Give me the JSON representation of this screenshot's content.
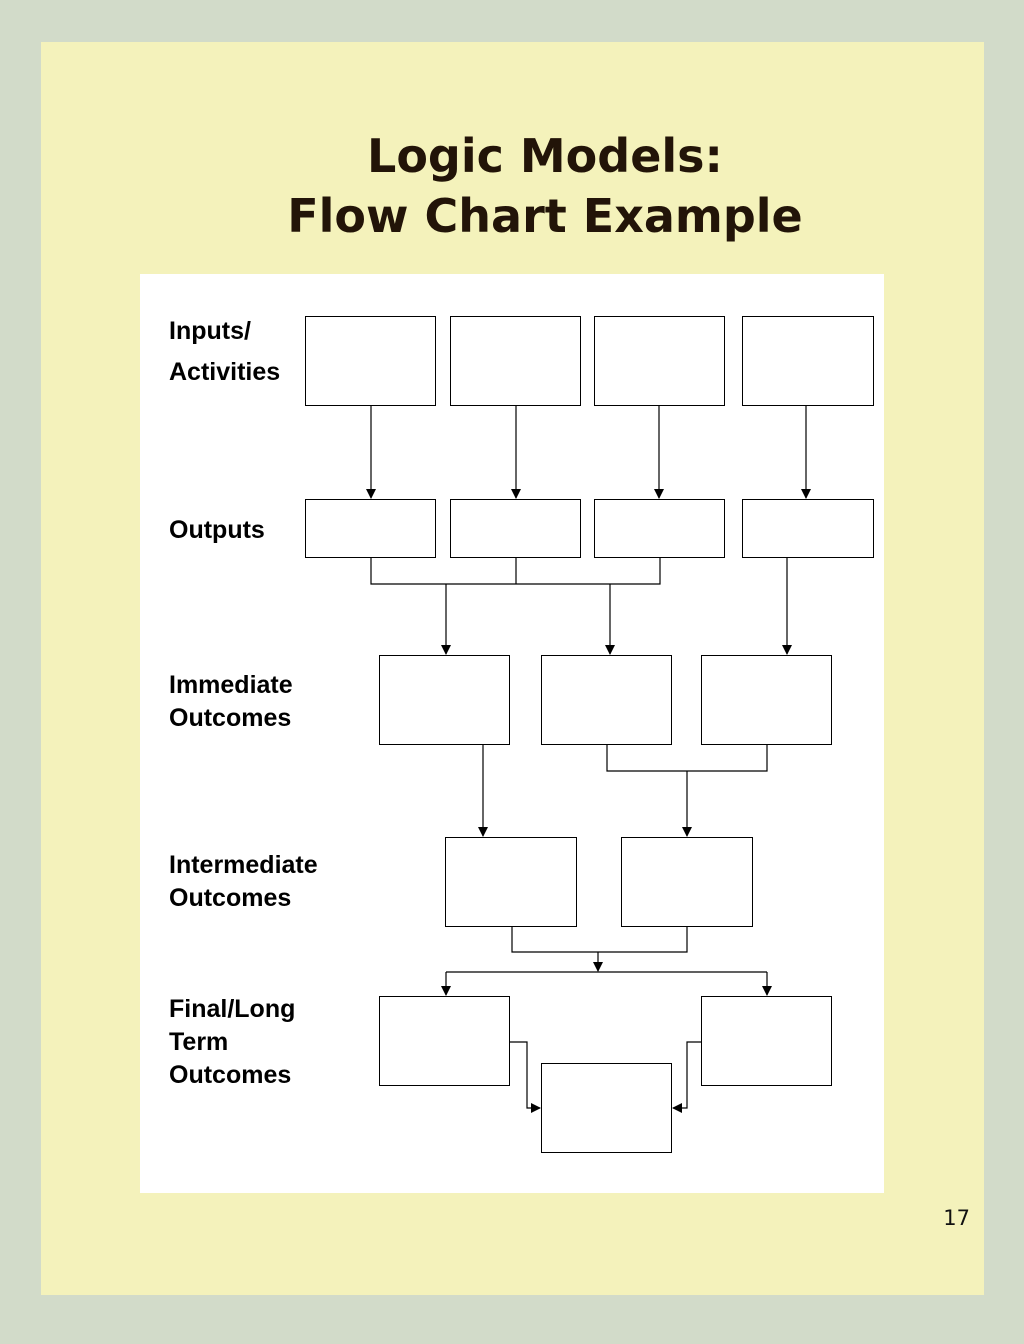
{
  "title": {
    "line1": "Logic Models:",
    "line2": "Flow Chart Example"
  },
  "rows": [
    {
      "id": "inputs",
      "lines": [
        "Inputs/",
        "Activities"
      ]
    },
    {
      "id": "outputs",
      "lines": [
        "Outputs"
      ]
    },
    {
      "id": "immediate",
      "lines": [
        "Immediate",
        "Outcomes"
      ]
    },
    {
      "id": "intermediate",
      "lines": [
        "Intermediate",
        "Outcomes"
      ]
    },
    {
      "id": "final",
      "lines": [
        "Final/Long",
        "Term",
        "Outcomes"
      ]
    }
  ],
  "page_number": "17"
}
